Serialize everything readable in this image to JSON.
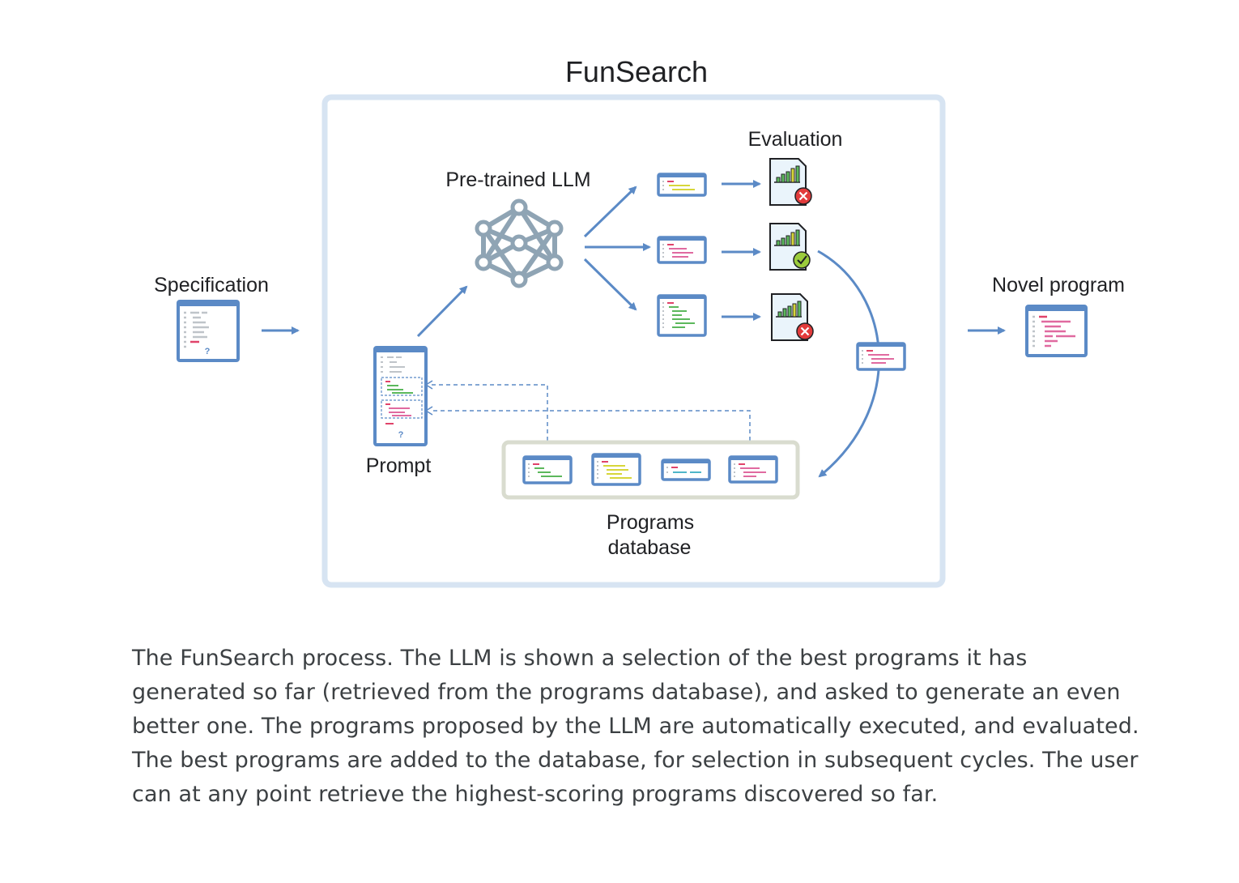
{
  "diagram": {
    "title": "FunSearch",
    "labels": {
      "specification": "Specification",
      "pretrained_llm": "Pre-trained LLM",
      "evaluation": "Evaluation",
      "prompt": "Prompt",
      "programs_database_line1": "Programs",
      "programs_database_line2": "database",
      "novel_program": "Novel program"
    },
    "question_mark": "?",
    "evaluation_results": [
      "fail",
      "pass",
      "fail"
    ],
    "colors": {
      "frame": "#d7e4f2",
      "doc_border": "#5b8ac6",
      "arrow": "#5b8ac6",
      "database_frame": "#d9dccf",
      "network": "#8fa4b4",
      "red_code": "#e0436a",
      "yellow_code": "#d7d63a",
      "green_code": "#5cb85c",
      "pink_code": "#e06aa0",
      "cyan_code": "#4fb6c9",
      "fail": "#e23b3b",
      "pass": "#9ccc3c"
    },
    "icons": [
      "document-icon",
      "neural-network-icon",
      "chart-icon",
      "cross-icon",
      "check-icon"
    ]
  },
  "caption": "The FunSearch process. The LLM is shown a selection of the best programs it has generated so far (retrieved from the programs database), and asked to generate an even better one. The programs proposed by the LLM are automatically executed, and evaluated. The best programs are added to the database, for selection in subsequent cycles. The user can at any point retrieve the highest-scoring programs discovered so far."
}
